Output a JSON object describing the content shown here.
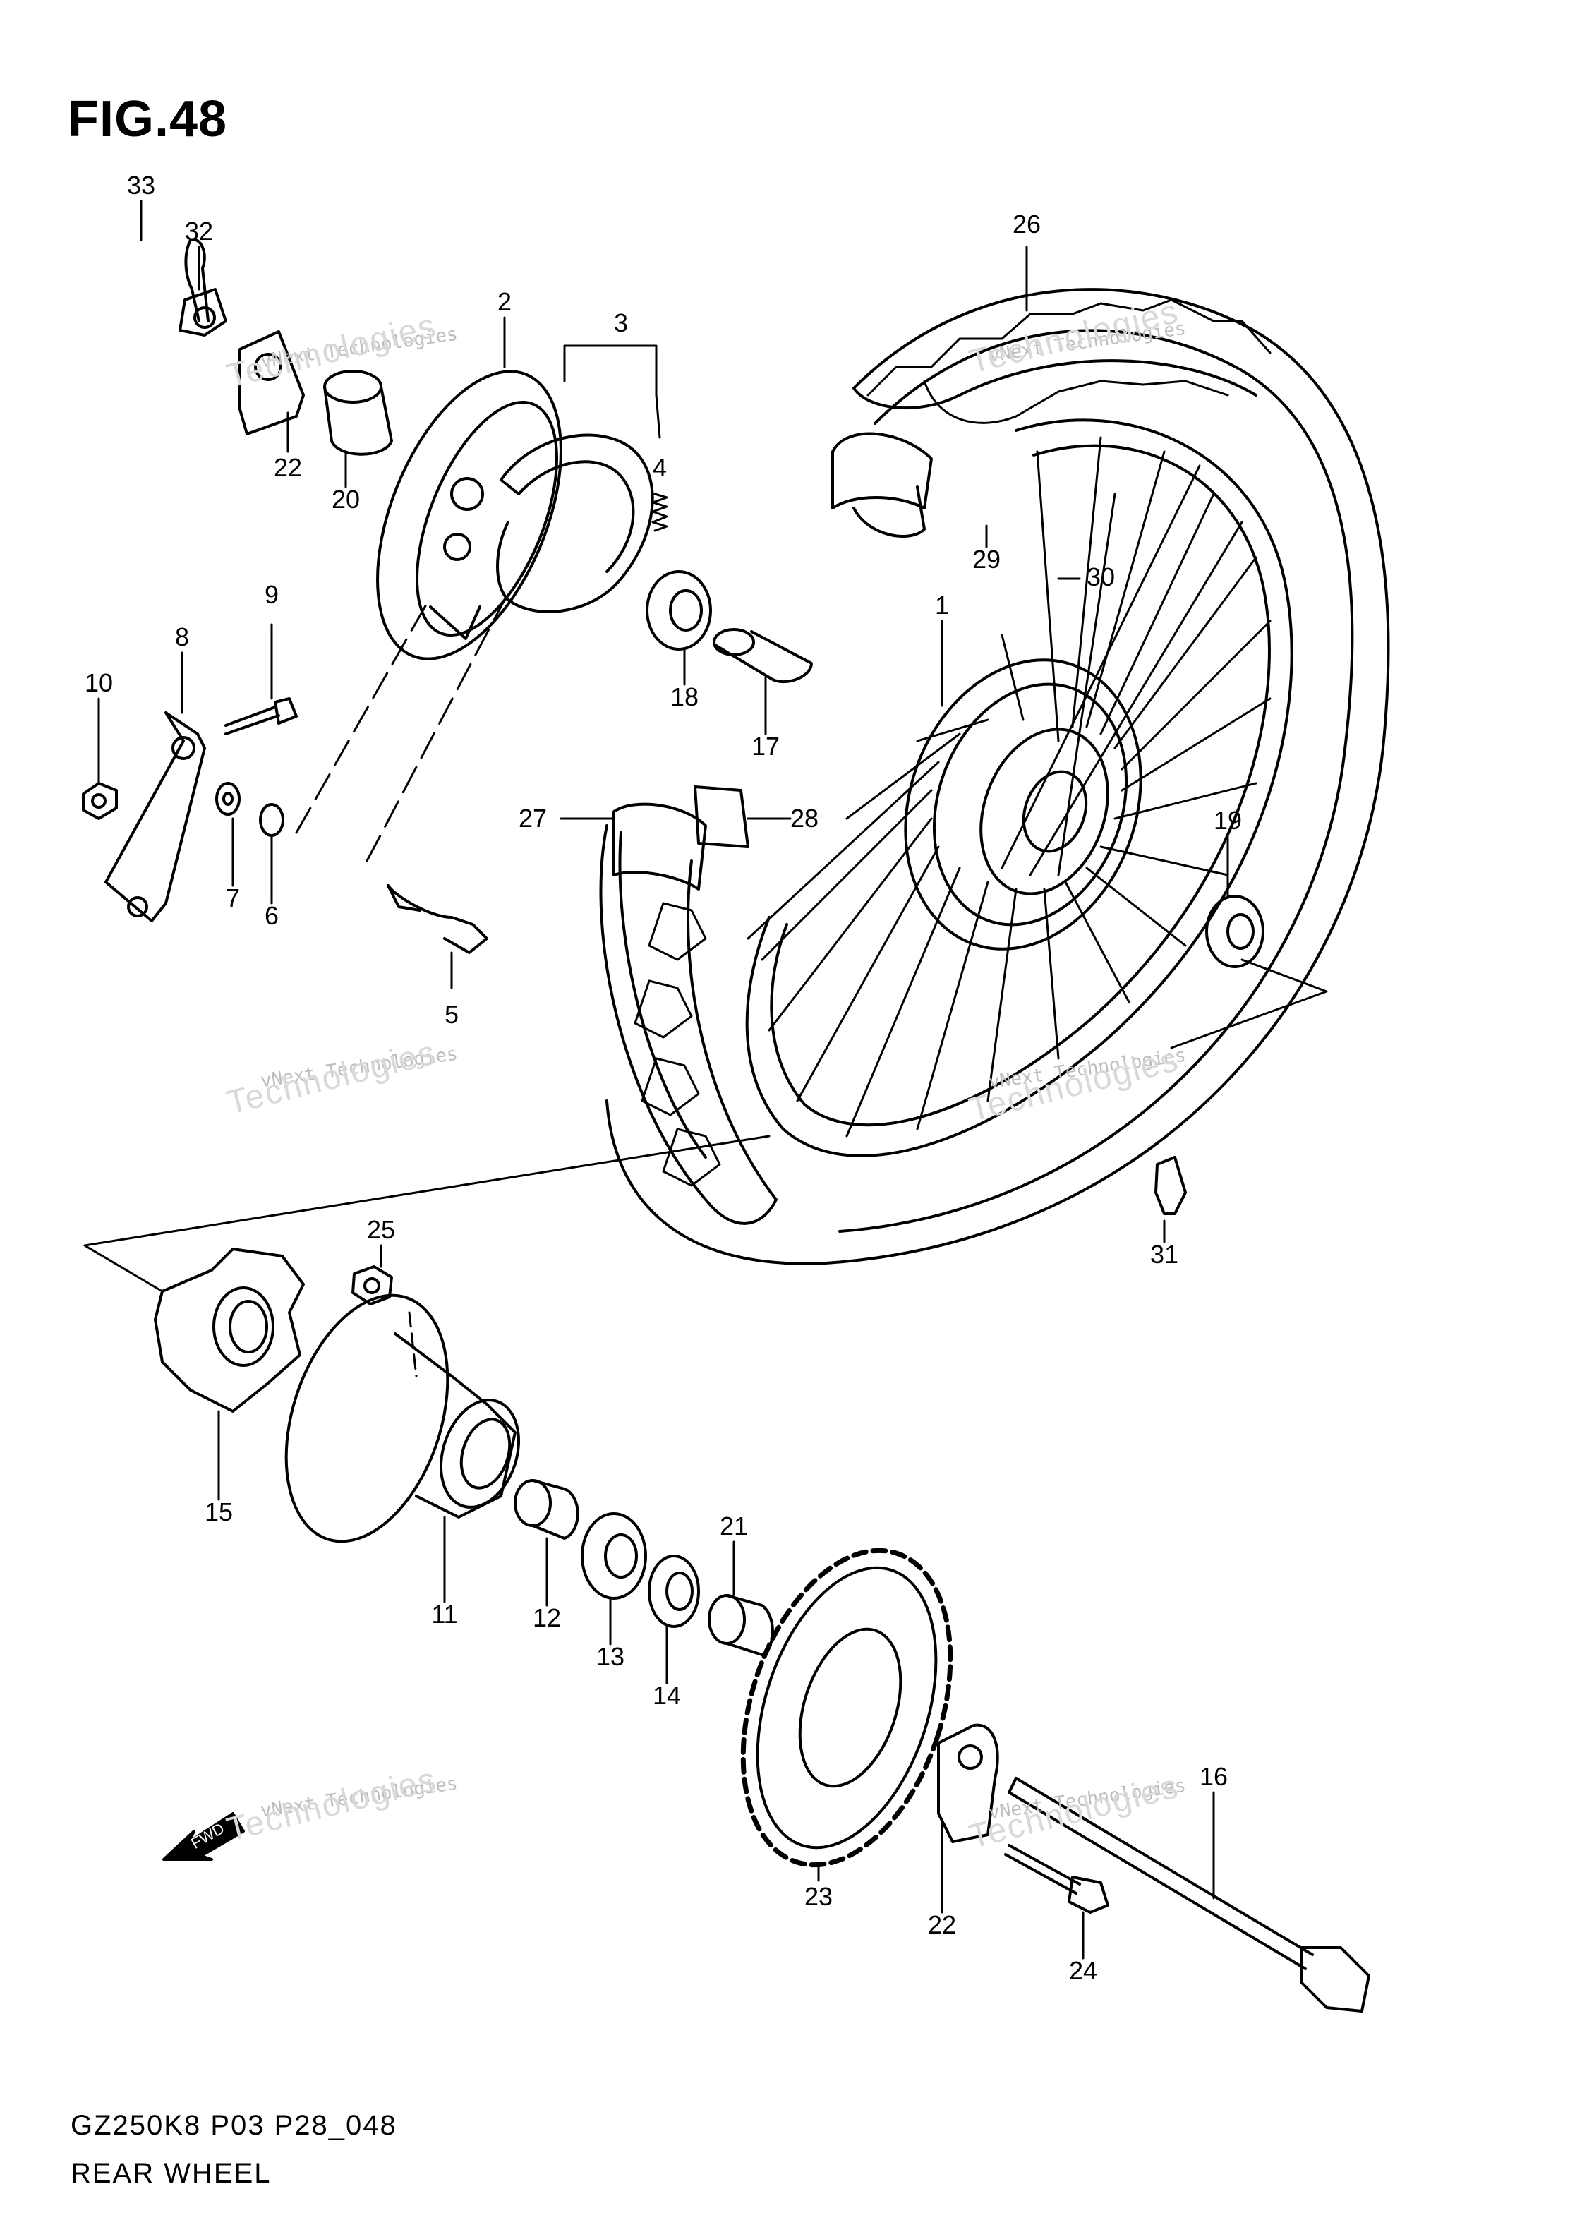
{
  "figure": {
    "title": "FIG.48",
    "code": "GZ250K8 P03 P28_048",
    "name": "REAR WHEEL"
  },
  "watermark": {
    "line1": "vNext Technologies",
    "line2": "Technologies",
    "line3": "vNext"
  },
  "fwd_label": "FWD",
  "callouts": [
    "1",
    "2",
    "3",
    "4",
    "5",
    "6",
    "7",
    "8",
    "9",
    "10",
    "11",
    "12",
    "13",
    "14",
    "15",
    "16",
    "17",
    "18",
    "19",
    "20",
    "21",
    "22",
    "22",
    "23",
    "24",
    "25",
    "26",
    "27",
    "28",
    "29",
    "30",
    "31",
    "32",
    "33"
  ]
}
